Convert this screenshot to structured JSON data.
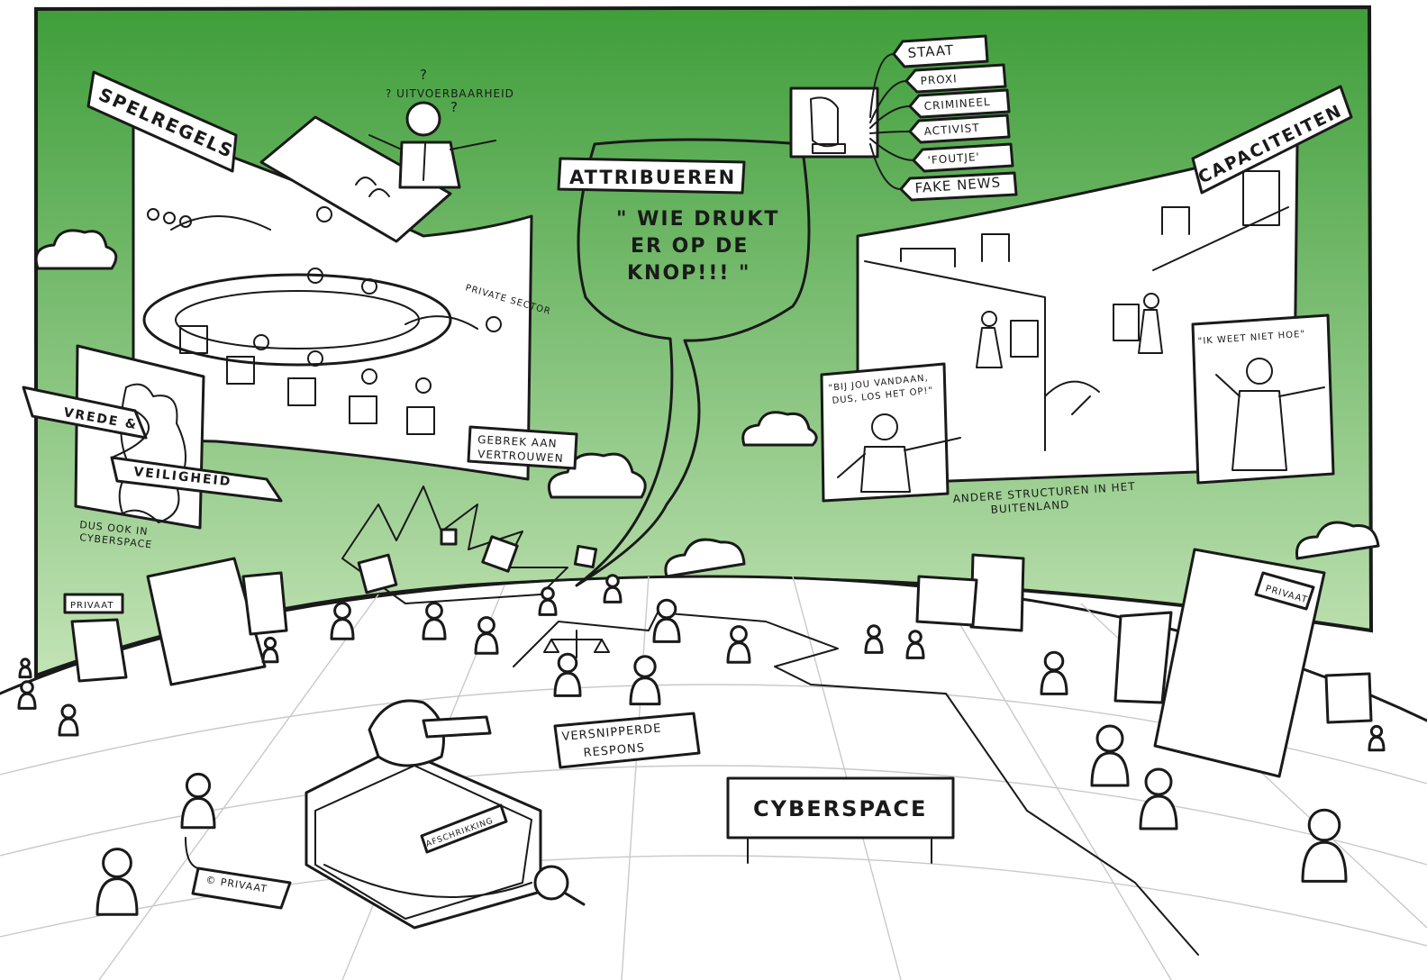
{
  "colors": {
    "green_top": "#3f9e3a",
    "green_bottom": "#c3e3b6",
    "ink": "#1a1a1a",
    "paper": "#ffffff",
    "grid": "#c9c9c9"
  },
  "left_panel": {
    "title": "SPELREGELS",
    "question_mark": "?",
    "uitvoerbaarheid": "? UITVOERBAARHEID",
    "private_sector": "PRIVATE SECTOR",
    "banner_top": "VREDE &",
    "banner_bottom": "VEILIGHEID",
    "also_cyber_1": "DUS OOK IN",
    "also_cyber_2": "CYBERSPACE",
    "trust_1": "GEBREK AAN",
    "trust_2": "VERTROUWEN"
  },
  "center": {
    "title": "ATTRIBUEREN",
    "quote_1": "\" WIE DRUKT",
    "quote_2": "ER OP DE",
    "quote_3": "KNOP!!! \""
  },
  "actor_tags": [
    "STAAT",
    "PROXI",
    "CRIMINEEL",
    "ACTIVIST",
    "'FOUTJE'",
    "FAKE NEWS"
  ],
  "right_panel": {
    "title": "CAPACITEITEN",
    "quote_left_1": "\"BIJ JOU VANDAAN,",
    "quote_left_2": "DUS, LOS HET OP!\"",
    "quote_right": "\"IK WEET NIET HOE\"",
    "caption_1": "ANDERE STRUCTUREN IN HET",
    "caption_2": "BUITENLAND"
  },
  "ground": {
    "privaat_labels": [
      "PRIVAAT",
      "PRIVAAT"
    ],
    "privaat_tag": "© PRIVAAT",
    "tank_label": "AFSCHRIKKING",
    "response_1": "VERSNIPPERDE",
    "response_2": "RESPONS",
    "cyberspace": "CYBERSPACE"
  }
}
